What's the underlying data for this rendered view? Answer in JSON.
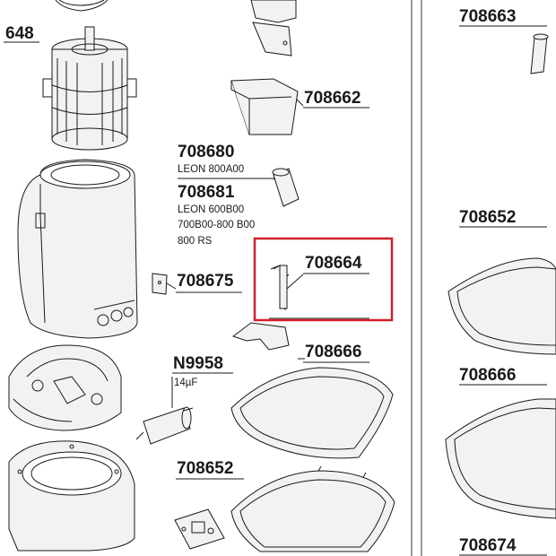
{
  "parts": {
    "p648": "648",
    "p708663": "708663",
    "p708662": "708662",
    "p708680": "708680",
    "p708680_desc": "LEON 800A00",
    "p708681": "708681",
    "p708681_desc1": "LEON 600B00",
    "p708681_desc2": "700B00-800 B00",
    "p708681_desc3": "800 RS",
    "p708652_right": "708652",
    "p708664": "708664",
    "p708675": "708675",
    "p708666_center": "708666",
    "p708666_right": "708666",
    "pN9958": "N9958",
    "pN9958_desc": "14µF",
    "p708652_bottom": "708652",
    "p708674": "708674"
  },
  "colors": {
    "line": "#1a1a1a",
    "part_fill": "#f2f2f2",
    "divider": "#555555",
    "highlight_box": "#d0202a"
  }
}
